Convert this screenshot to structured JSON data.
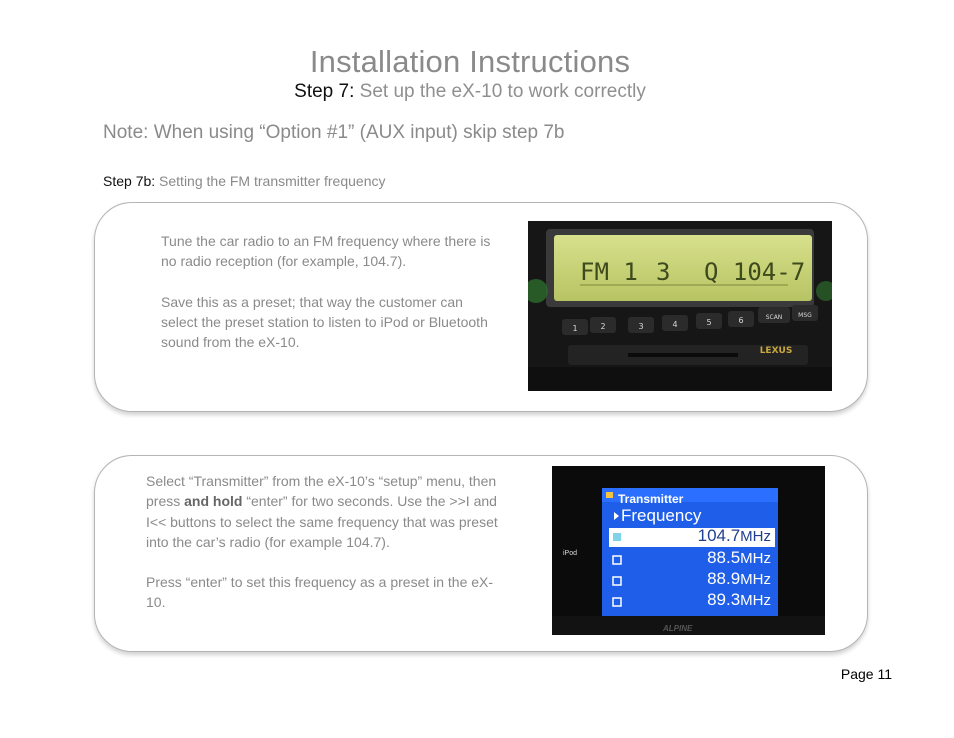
{
  "header": {
    "title": "Installation Instructions",
    "step_label": "Step 7:",
    "step_text": "Set up the eX-10 to work correctly"
  },
  "note": "Note:  When using “Option #1” (AUX input) skip step 7b",
  "step7b": {
    "label": "Step 7b:",
    "text": "Setting the FM transmitter frequency"
  },
  "panel1": {
    "paragraph1": "Tune the car radio to an FM frequency where there is no radio reception (for example, 104.7).",
    "paragraph2": "Save this as a preset; that way the customer can select the preset station to listen to iPod or Bluetooth sound from the eX-10.",
    "image": {
      "display_band": "FM 1",
      "display_preset": "3",
      "display_freq": "Q 104-7",
      "buttons": [
        "1",
        "2",
        "3",
        "4",
        "5",
        "6",
        "SCAN",
        "MSG"
      ],
      "brand": "LEXUS"
    }
  },
  "panel2": {
    "text_a": "Select “Transmitter” from the eX-10’s “setup” menu, then press ",
    "text_bold": "and hold",
    "text_b": " “enter” for two seconds.  Use the >>I and I<< buttons to select the same frequency that was preset into the car’s radio (for example 104.7).",
    "paragraph2": "Press “enter” to set this frequency as a preset in the eX-10.",
    "image": {
      "screen_title": "Transmitter",
      "screen_heading": "Frequency",
      "rows": [
        {
          "value": "104.7",
          "unit": "MHz"
        },
        {
          "value": "88.5",
          "unit": "MHz"
        },
        {
          "value": "88.9",
          "unit": "MHz"
        },
        {
          "value": "89.3",
          "unit": "MHz"
        }
      ],
      "side_label": "iPod",
      "brand": "ALPINE"
    }
  },
  "page_number": "Page 11",
  "colors": {
    "gray_text": "#8a8a8a",
    "panel_border": "#b5b5b5",
    "lcd_green": "#c9d57a",
    "screen_blue": "#1e5ee8"
  }
}
